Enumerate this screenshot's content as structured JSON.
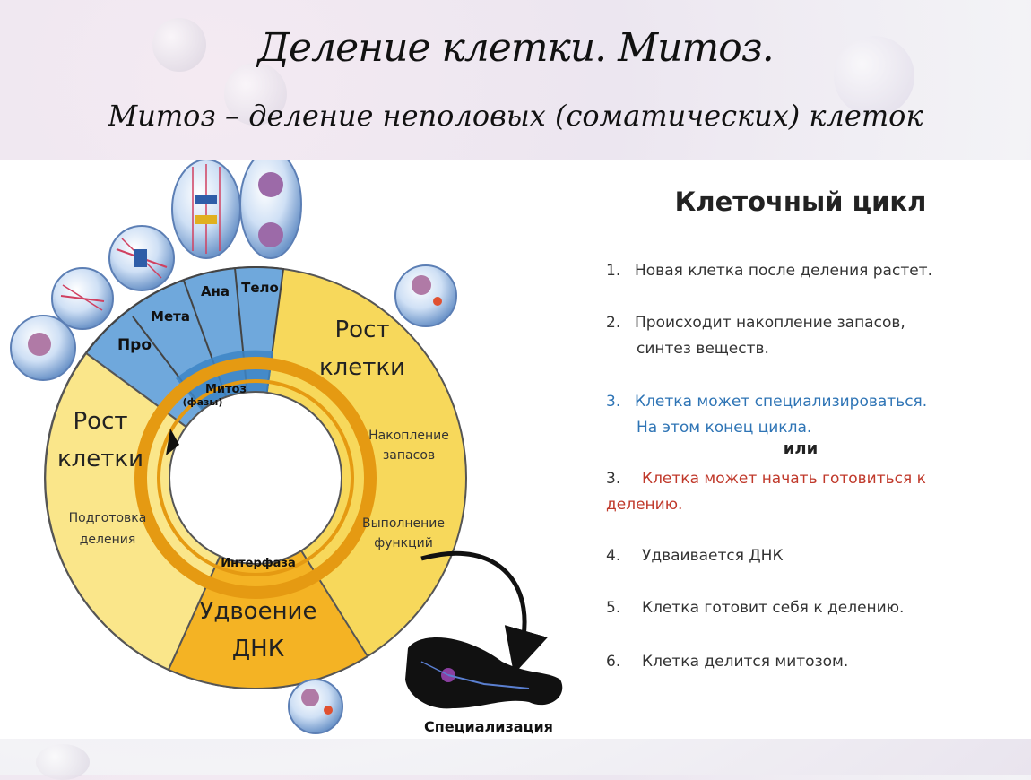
{
  "slide": {
    "title": "Деление клетки. Митоз.",
    "subtitle": "Митоз – деление неполовых (соматических) клеток"
  },
  "diagram": {
    "phases": {
      "pro": "Про",
      "meta": "Мета",
      "ana": "Ана",
      "telo": "Тело"
    },
    "mitosis_label": "Митоз",
    "mitosis_sub": "(фазы)",
    "interphase_label": "Интерфаза",
    "growth_right_1": "Рост",
    "growth_right_2": "клетки",
    "growth_left_1": "Рост",
    "growth_left_2": "клетки",
    "accumulation_1": "Накопление",
    "accumulation_2": "запасов",
    "functions_1": "Выполнение",
    "functions_2": "функций",
    "preparation_1": "Подготовка",
    "preparation_2": "деления",
    "dna_1": "Удвоение",
    "dna_2": "ДНК",
    "specialization": "Специализация",
    "colors": {
      "yellow": "#f7d85b",
      "light_yellow": "#fae68a",
      "orange": "#f4b324",
      "blue": "#6fa8dc",
      "dark_blue": "#3d85c6"
    }
  },
  "panel": {
    "title": "Клеточный цикл",
    "items": [
      {
        "num": "1.",
        "text": "Новая клетка после деления растет."
      },
      {
        "num": "2.",
        "line1": "Происходит накопление запасов,",
        "line2": "синтез веществ."
      },
      {
        "num": "3.",
        "line1": "Клетка может специализироваться.",
        "line2": "На этом конец цикла."
      },
      {
        "or": "или"
      },
      {
        "num": "3.",
        "line1": "Клетка может начать готовиться к",
        "line2": "делению."
      },
      {
        "num": "4.",
        "text": "Удваивается ДНК"
      },
      {
        "num": "5.",
        "text": "Клетка готовит себя к делению."
      },
      {
        "num": "6.",
        "text": "Клетка делится митозом."
      }
    ]
  }
}
